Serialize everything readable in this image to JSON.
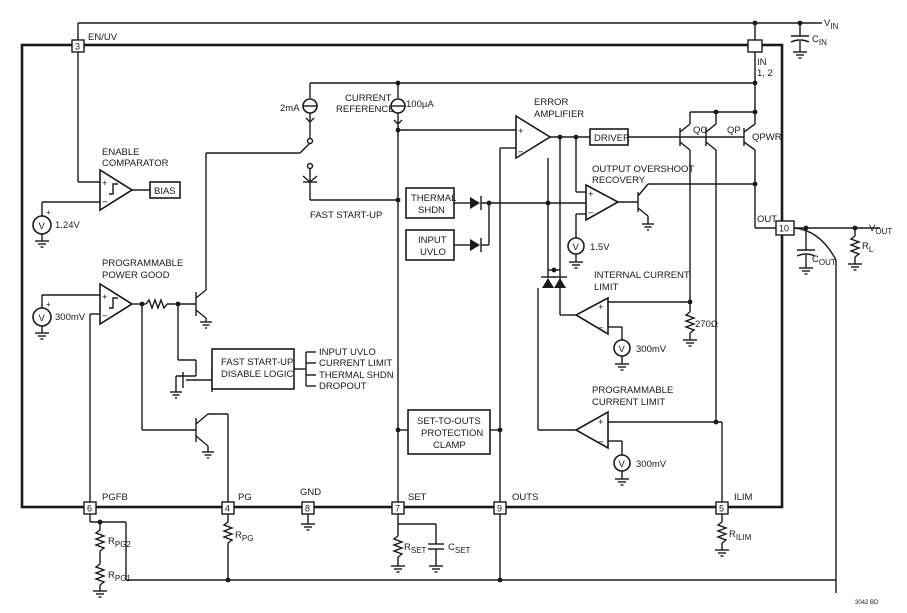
{
  "pins": {
    "en_uv": {
      "number": "3",
      "name": "EN/UV"
    },
    "in": {
      "number": "",
      "name": "IN",
      "sub": "1, 2"
    },
    "out": {
      "number": "10",
      "name": "OUT"
    },
    "pgfb": {
      "number": "6",
      "name": "PGFB"
    },
    "pg": {
      "number": "4",
      "name": "PG"
    },
    "gnd": {
      "number": "8",
      "name": "GND"
    },
    "set": {
      "number": "7",
      "name": "SET"
    },
    "outs": {
      "number": "9",
      "name": "OUTS"
    },
    "ilim": {
      "number": "5",
      "name": "ILIM"
    }
  },
  "labels": {
    "vin": "V",
    "vin_sub": "IN",
    "cin": "C",
    "cin_sub": "IN",
    "vout": "V",
    "vout_sub": "OUT",
    "cout": "C",
    "cout_sub": "OUT",
    "rl": "R",
    "rl_sub": "L",
    "rpg2": "R",
    "rpg2_sub": "PG2",
    "rpg1": "R",
    "rpg1_sub": "PG1",
    "rpg": "R",
    "rpg_sub": "PG",
    "rset": "R",
    "rset_sub": "SET",
    "cset": "C",
    "cset_sub": "SET",
    "rilim": "R",
    "rilim_sub": "ILIM",
    "enable_comparator_1": "ENABLE",
    "enable_comparator_2": "COMPARATOR",
    "bias": "BIAS",
    "v_124": "1.24V",
    "programmable_pg_1": "PROGRAMMABLE",
    "programmable_pg_2": "POWER GOOD",
    "v_300_pg": "300mV",
    "ma2": "2mA",
    "current_reference_1": "CURRENT",
    "current_reference_2": "REFERENCE",
    "ua100": "100µA",
    "fast_startup": "FAST START-UP",
    "error_amp_1": "ERROR",
    "error_amp_2": "AMPLIFIER",
    "driver": "DRIVER",
    "qc": "QC",
    "qp": "QP",
    "qpwr": "QPWR",
    "overshoot_1": "OUTPUT OVERSHOOT",
    "overshoot_2": "RECOVERY",
    "thermal_1": "THERMAL",
    "thermal_2": "SHDN",
    "input_1": "INPUT",
    "input_2": "UVLO",
    "v_15": "1.5V",
    "internal_cl_1": "INTERNAL CURRENT",
    "internal_cl_2": "LIMIT",
    "r270": "270Ω",
    "v_300_icl": "300mV",
    "fsu_logic_1": "FAST START-UP",
    "fsu_logic_2": "DISABLE LOGIC",
    "logic_in_1": "INPUT UVLO",
    "logic_in_2": "CURRENT LIMIT",
    "logic_in_3": "THERMAL SHDN",
    "logic_in_4": "DROPOUT",
    "clamp_1": "SET-TO-OUTS",
    "clamp_2": "PROTECTION",
    "clamp_3": "CLAMP",
    "prog_cl_1": "PROGRAMMABLE",
    "prog_cl_2": "CURRENT LIMIT",
    "v_300_pcl": "300mV",
    "ref_code": "3042 BD"
  }
}
